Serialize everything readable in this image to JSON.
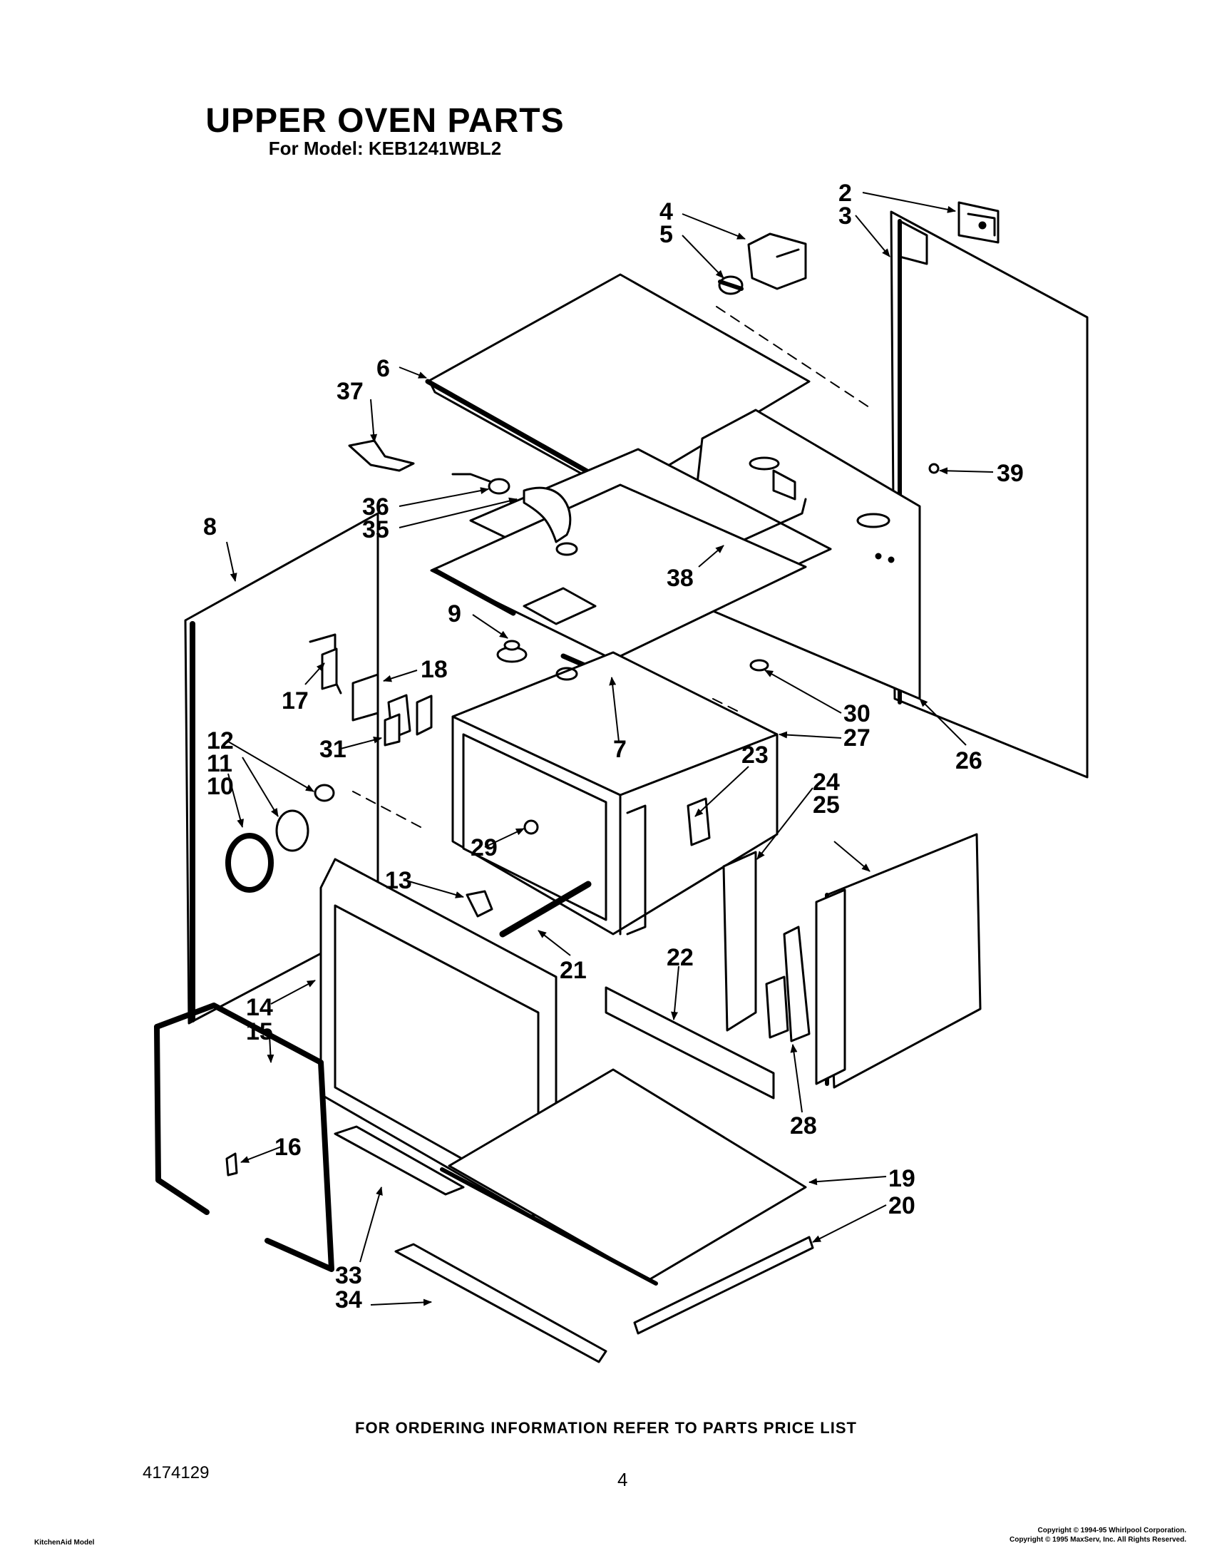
{
  "header": {
    "title": "UPPER OVEN PARTS",
    "model_line": "For Model: KEB1241WBL2"
  },
  "callouts": [
    "2",
    "3",
    "4",
    "5",
    "6",
    "37",
    "39",
    "8",
    "36",
    "35",
    "38",
    "9",
    "18",
    "17",
    "30",
    "27",
    "26",
    "31",
    "7",
    "12",
    "11",
    "10",
    "23",
    "29",
    "24",
    "25",
    "13",
    "21",
    "22",
    "14",
    "15",
    "16",
    "28",
    "19",
    "20",
    "33",
    "34"
  ],
  "footer": {
    "ordering_info": "FOR ORDERING INFORMATION REFER TO PARTS PRICE LIST",
    "doc_number": "4174129",
    "page_number": "4",
    "model_note": "KitchenAid Model",
    "copyright_line1": "Copyright © 1994-95 Whirlpool Corporation.",
    "copyright_line2": "Copyright © 1995 MaxServ, Inc. All Rights Reserved."
  }
}
